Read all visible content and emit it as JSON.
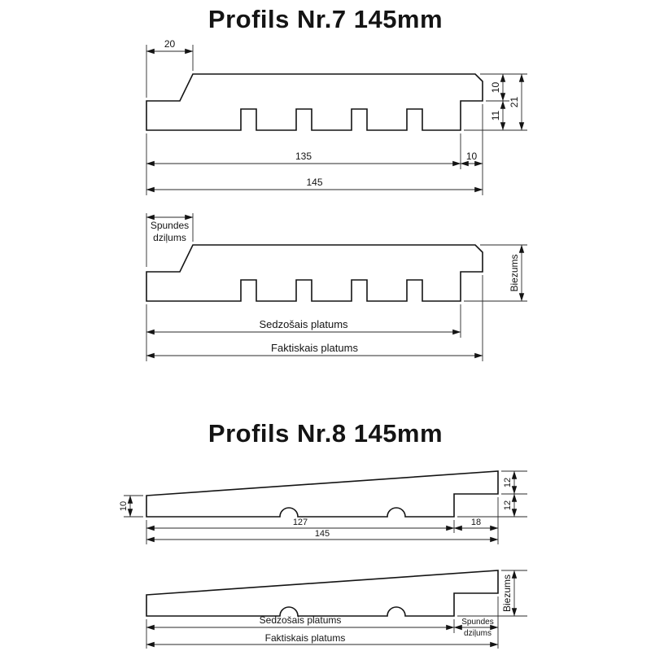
{
  "page": {
    "background": "#ffffff",
    "line_color": "#141414"
  },
  "profile7": {
    "title": "Profils Nr.7 145mm",
    "dimensioned": {
      "dims": {
        "tongue_width": "20",
        "overhang_height": "10",
        "total_thickness": "21",
        "notch_height": "11",
        "covering_width": "135",
        "notch_width": "10",
        "total_width": "145"
      }
    },
    "labeled": {
      "labels": {
        "tongue_depth_line1": "Spundes",
        "tongue_depth_line2": "dziļums",
        "thickness": "Biezums",
        "covering_width": "Sedzošais platums",
        "total_width": "Faktiskais platums"
      }
    }
  },
  "profile8": {
    "title": "Profils Nr.8 145mm",
    "dimensioned": {
      "dims": {
        "left_thickness": "10",
        "upper_step": "12",
        "lower_step": "12",
        "covering_width": "127",
        "notch_width": "18",
        "total_width": "145"
      }
    },
    "labeled": {
      "labels": {
        "thickness": "Biezums",
        "covering_width": "Sedzošais platums",
        "tongue_depth_line1": "Spundes",
        "tongue_depth_line2": "dziļums",
        "total_width": "Faktiskais platums"
      }
    }
  }
}
